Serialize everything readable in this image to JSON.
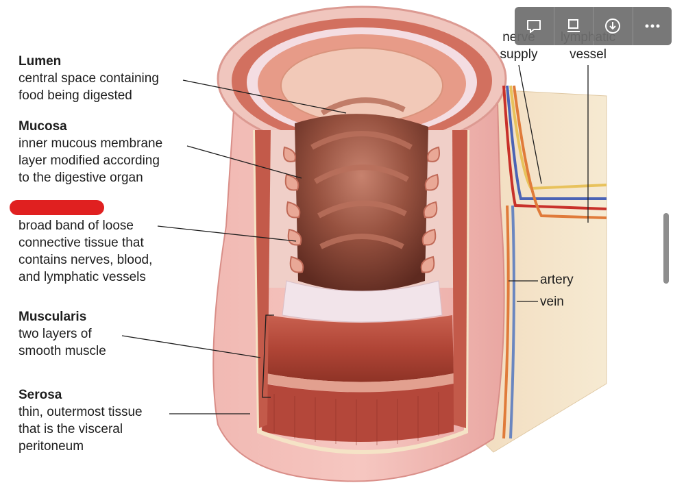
{
  "labels": [
    {
      "title": "Lumen",
      "description": "central space containing\nfood being digested"
    },
    {
      "title": "Mucosa",
      "description": "inner mucous membrane\nlayer modified according\nto the digestive organ"
    },
    {
      "title": "",
      "description": "broad band of loose\nconnective tissue that\ncontains nerves, blood,\nand lymphatic vessels"
    },
    {
      "title": "Muscularis",
      "description": "two layers of\nsmooth muscle"
    },
    {
      "title": "Serosa",
      "description": "thin, outermost tissue\nthat is the visceral\nperitoneum"
    }
  ],
  "side_labels": {
    "nerve_supply": "nerve\nsupply",
    "lymphatic_vessel": "lymphatic\nvessel",
    "artery": "artery",
    "vein": "vein"
  },
  "toolbar": {
    "buttons": [
      "comment-icon",
      "slides-icon",
      "download-icon",
      "more-icon"
    ]
  },
  "colors": {
    "redaction": "#e02020",
    "tissue_pink": "#e8a2a0",
    "muscle_red": "#b84a3c",
    "lumen_brown": "#7a3b2e",
    "submucosa_white": "#f2e4ea",
    "mesentery_cream": "#f3e6c8"
  }
}
